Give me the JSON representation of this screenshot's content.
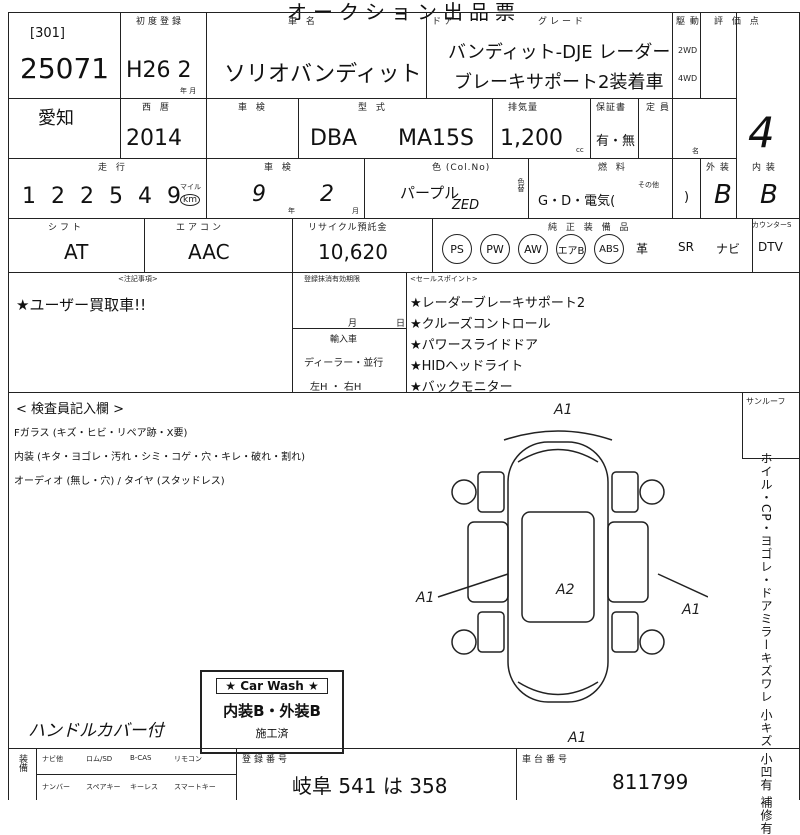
{
  "header": {
    "title": "オークション出品票"
  },
  "row1": {
    "lot_bracket": "[301]",
    "lot_number": "25071",
    "first_reg_label": "初度登録",
    "first_reg": "H26 2",
    "first_reg_unit": "年 月",
    "car_name_label": "車 名",
    "car_name": "ソリオバンディット",
    "door_label": "ドア",
    "grade_label": "グレード",
    "grade_line1": "バンディット-DJE レーダー",
    "grade_line2": "ブレーキサポート2装着車",
    "drive_label": "駆 動",
    "drive_2wd": "2WD",
    "drive_4wd": "4WD",
    "score_label": "評 価 点",
    "score": "4"
  },
  "row2": {
    "region": "愛知",
    "year_label": "西 暦",
    "year": "2014",
    "chassis_label": "車 検",
    "model_label": "型 式",
    "model_prefix": "DBA",
    "model": "MA15S",
    "displacement_label": "排気量",
    "displacement": "1,200",
    "displacement_unit": "cc",
    "warranty_label": "保証書",
    "warranty": "有・無",
    "capacity_label": "定 員",
    "capacity_unit": "名"
  },
  "row3": {
    "mileage_label": "走 行",
    "mileage": "1 2 2 5 4 9",
    "mileage_unit_km": "km",
    "mileage_unit_mile": "マイル",
    "inspection_label": "車 検",
    "inspection_year": "9",
    "inspection_month": "2",
    "inspection_year_unit": "年",
    "inspection_month_unit": "月",
    "color_label": "色 (Col.No)",
    "color": "パープル",
    "color_code": "ZED",
    "color_change": "色替",
    "fuel_label": "燃 料",
    "fuel": "G・D・電気(",
    "fuel_other": "その他",
    "exterior_label": "外 装",
    "exterior": "B",
    "interior_label": "内 装",
    "interior": "B"
  },
  "row4": {
    "shift_label": "シフト",
    "shift": "AT",
    "aircon_label": "エアコン",
    "aircon": "AAC",
    "recycle_label": "リサイクル預託金",
    "recycle": "10,620",
    "equip_label": "純 正 装 備 品",
    "equip": [
      "PS",
      "PW",
      "AW",
      "エアB",
      "ABS"
    ],
    "equip_plain": [
      "革",
      "SR",
      "ナビ",
      "DTV"
    ],
    "keyless_label": "カウンターS"
  },
  "notes": {
    "special_label": "<注記事項>",
    "special": "★ユーザー買取車!!",
    "expiry_label": "登録抹消有効期限",
    "expiry_month": "月",
    "expiry_day": "日",
    "import_label": "輸入車",
    "import_dealer": "ディーラー・並行",
    "import_hand": "左H ・ 右H",
    "sales_label": "<セールスポイント>",
    "sales": [
      "★レーダーブレーキサポート2",
      "★クルーズコントロール",
      "★パワースライドドア",
      "★HIDヘッドライト",
      "★バックモニター"
    ]
  },
  "inspector": {
    "title": "< 検査員記入欄 >",
    "line1": "Fガラス (キズ・ヒビ・リペア跡・X要)",
    "line2": "内装 (キタ・ヨゴレ・汚れ・シミ・コゲ・穴・キレ・破れ・割れ)",
    "line3": "オーディオ (無し・穴) / タイヤ (スタッドレス)",
    "handwritten": "ハンドルカバー付",
    "marks": [
      "A1",
      "A1",
      "A2",
      "A1",
      "A1"
    ],
    "roof_label": "サンルーフ",
    "legend_vertical": "ホイル・CP・ヨゴレ・ドアミラーキズワレ 小キズ 小凹有 補修有"
  },
  "carwash": {
    "head": "★ Car Wash ★",
    "line": "内装B・外装B",
    "done": "施工済"
  },
  "footer": {
    "labels": [
      "装備",
      "ナビ他",
      "ロム/SD",
      "B-CAS",
      "リモコン"
    ],
    "labels2": [
      "ナンバー",
      "スペアキー",
      "キーレス",
      "スマートキー"
    ],
    "plate_label": "登録番号",
    "plate": "岐阜 541 は 358",
    "chassis_no_label": "車台番号",
    "chassis_no": "811799"
  }
}
